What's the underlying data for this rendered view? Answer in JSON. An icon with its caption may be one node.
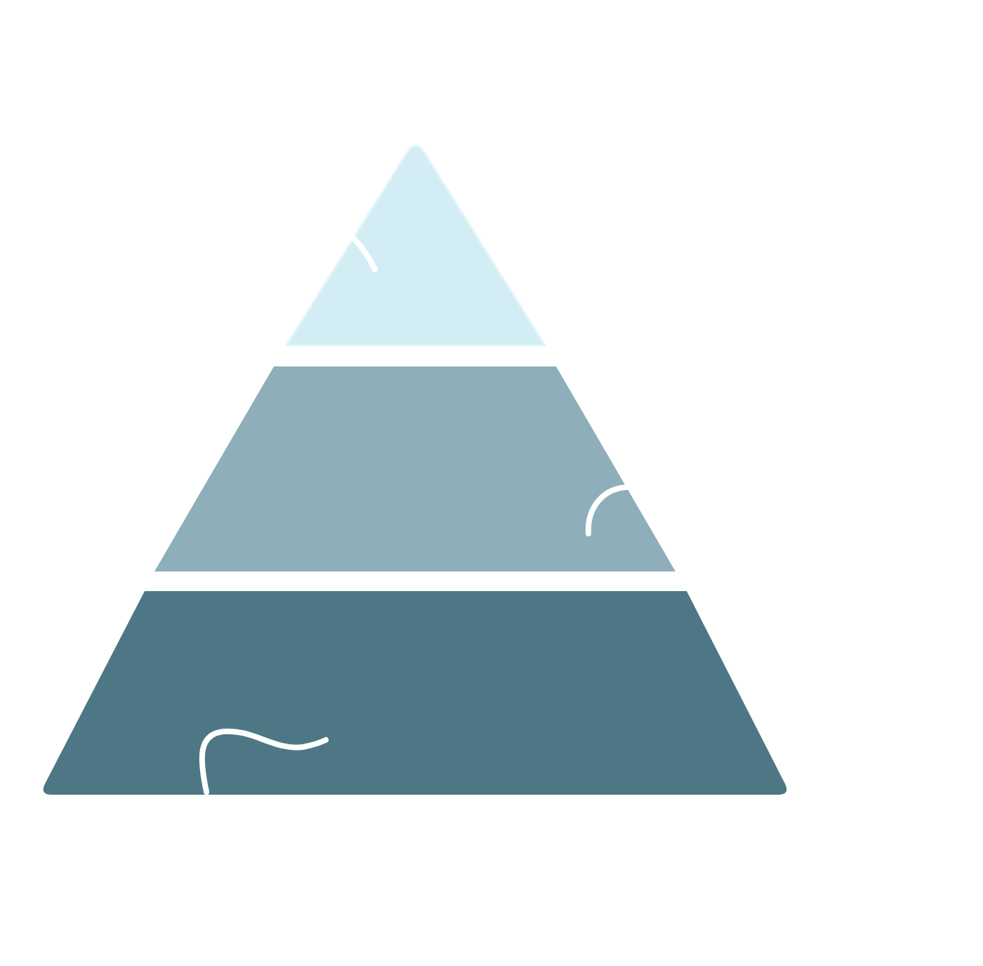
{
  "diagram": {
    "nodes": [
      {
        "text": [],
        "shape": "triangle"
      },
      {
        "text": [],
        "shape": "trapezoid"
      },
      {
        "text": [],
        "shape": "trapezoid"
      }
    ]
  }
}
